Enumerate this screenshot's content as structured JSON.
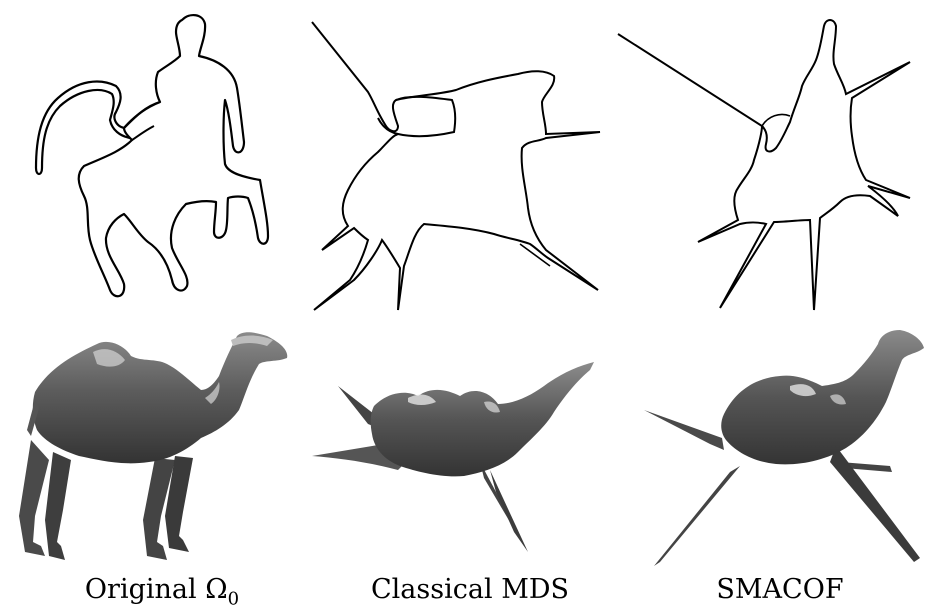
{
  "captions": {
    "original": "Original Ω",
    "original_subscript": "0",
    "classical_mds": "Classical MDS",
    "smacof": "SMACOF"
  },
  "colors": {
    "outline": "#000000",
    "mesh_dark": "#3a3a3a",
    "mesh_mid": "#6e6e6e",
    "mesh_light": "#d8d8d8"
  }
}
